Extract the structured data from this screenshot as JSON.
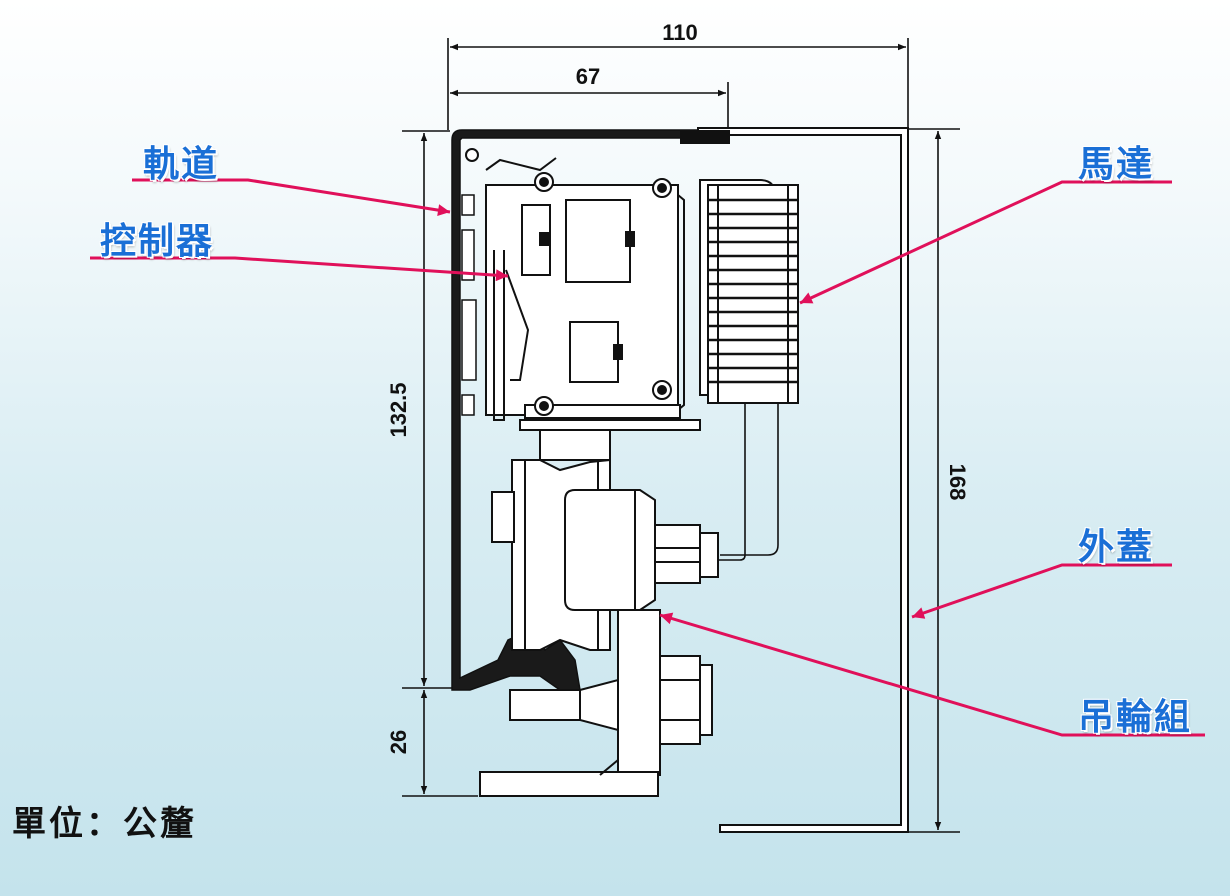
{
  "dimensions": {
    "overall_width": "110",
    "rail_width": "67",
    "rail_height": "132.5",
    "lower_height": "26",
    "overall_height": "168"
  },
  "callouts": {
    "rail": "軌道",
    "controller": "控制器",
    "motor": "馬達",
    "cover": "外蓋",
    "wheel_assembly": "吊輪組"
  },
  "unit_note": "單位：公釐",
  "colors": {
    "callout_text": "#1a6fd6",
    "leader_line": "#e0105a",
    "drawing_line": "#111111"
  }
}
